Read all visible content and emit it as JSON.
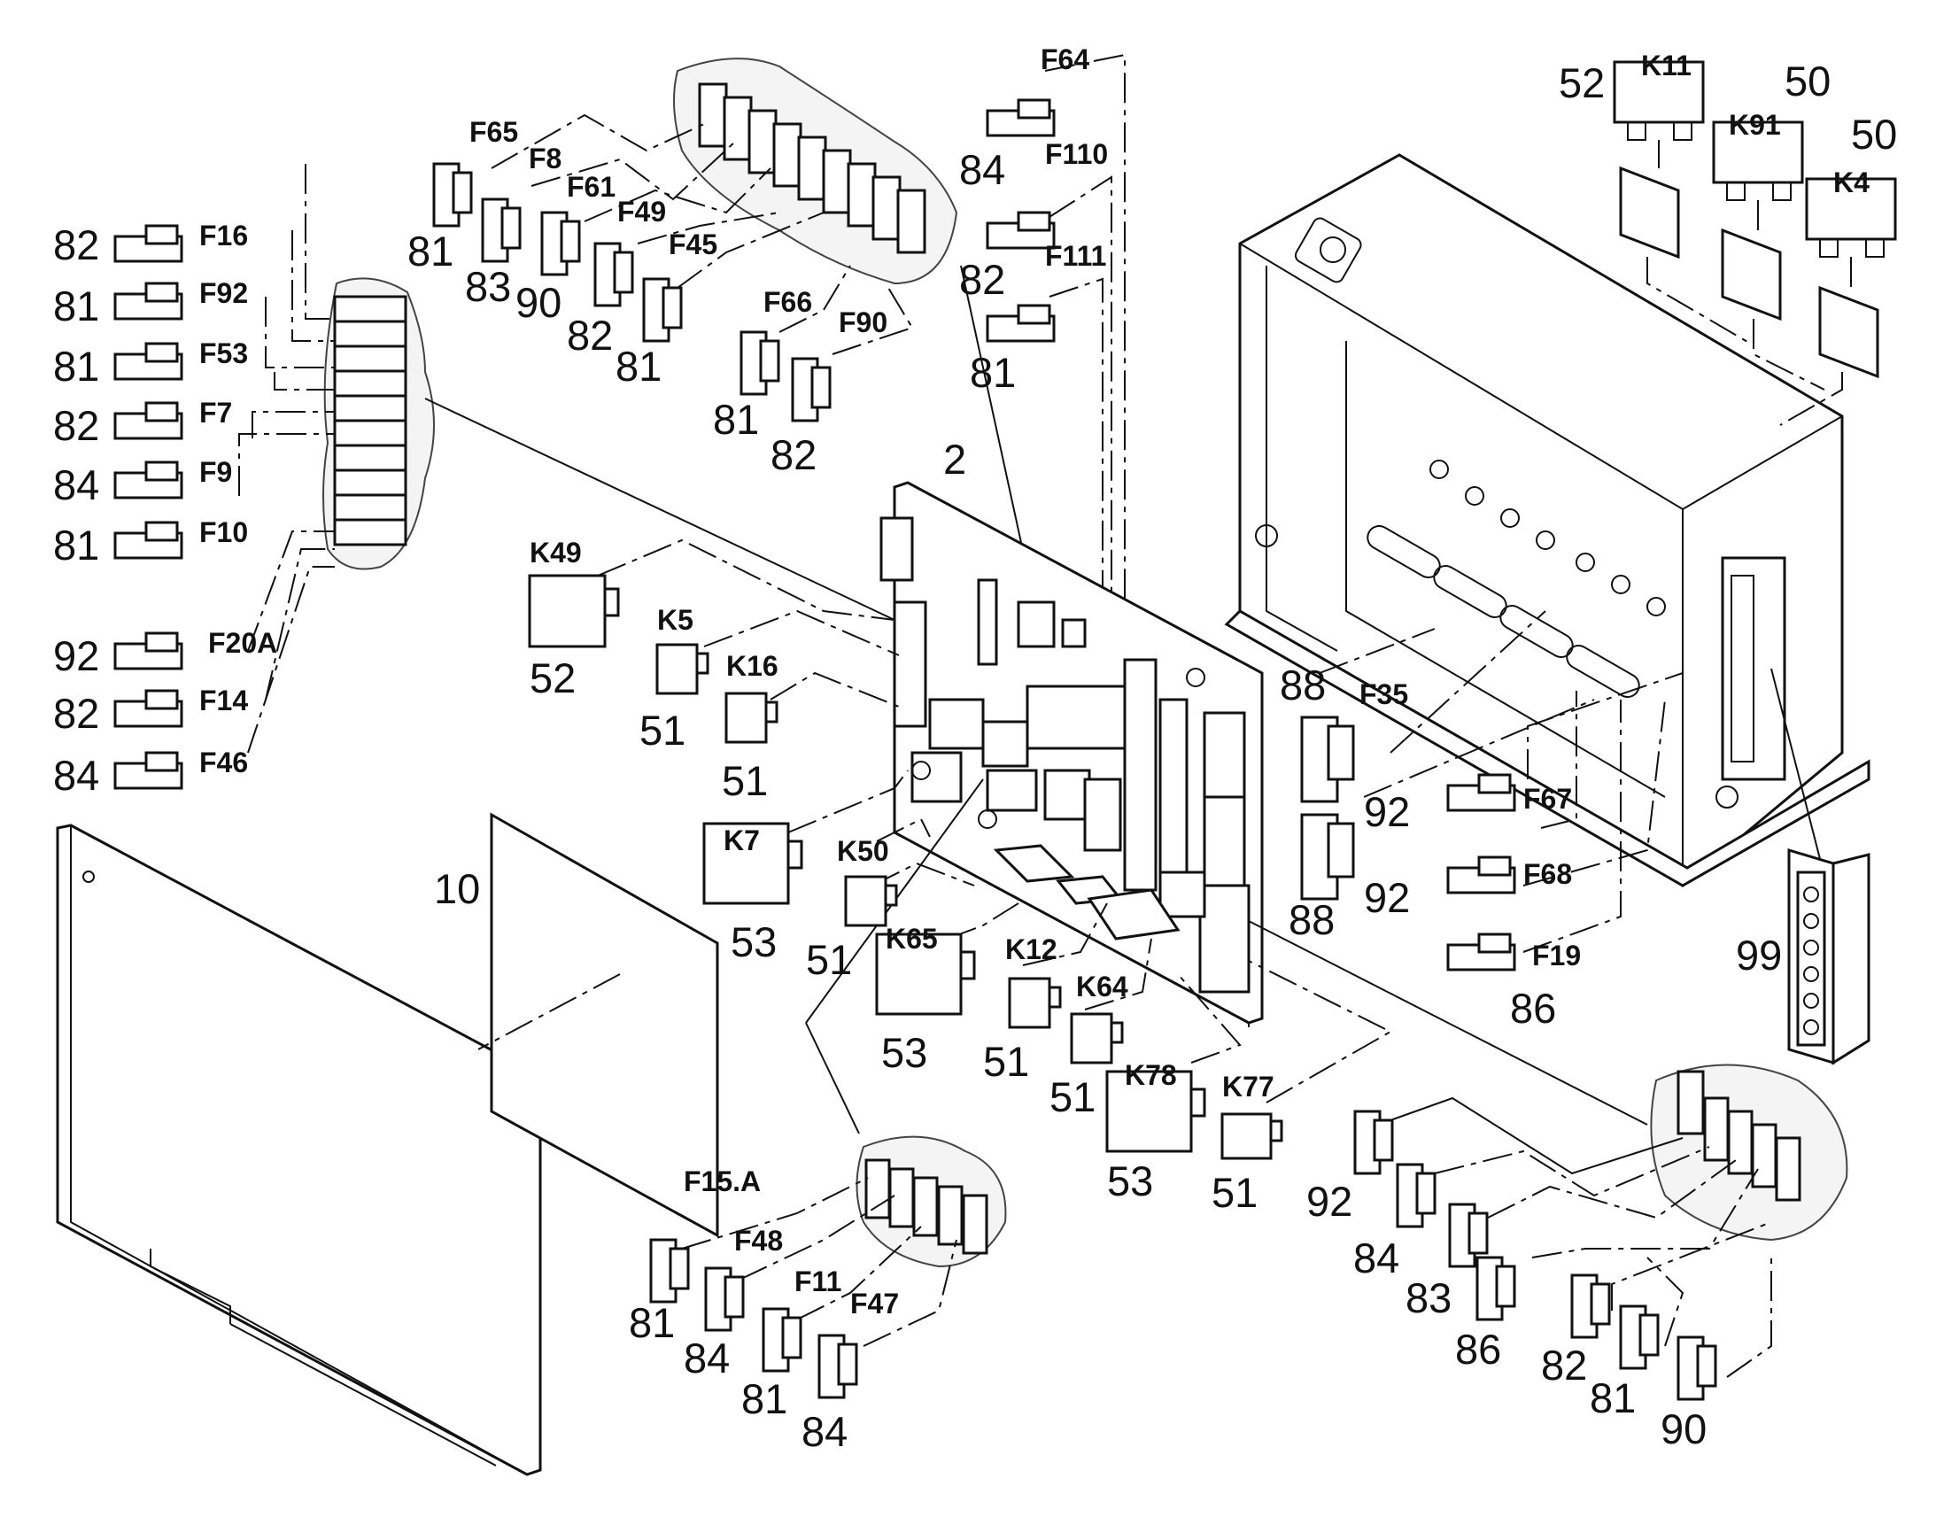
{
  "fuses_left": [
    {
      "num": "82",
      "code": "F16"
    },
    {
      "num": "81",
      "code": "F92"
    },
    {
      "num": "81",
      "code": "F53"
    },
    {
      "num": "82",
      "code": "F7"
    },
    {
      "num": "84",
      "code": "F9"
    },
    {
      "num": "81",
      "code": "F10"
    },
    {
      "num": "92",
      "code": "F20A"
    },
    {
      "num": "82",
      "code": "F14"
    },
    {
      "num": "84",
      "code": "F46"
    }
  ],
  "fuses_top": [
    {
      "num": "81",
      "code": "F65"
    },
    {
      "num": "83",
      "code": "F8"
    },
    {
      "num": "90",
      "code": "F61"
    },
    {
      "num": "82",
      "code": "F49"
    },
    {
      "num": "81",
      "code": "F45"
    },
    {
      "num": "81",
      "code": "F66"
    },
    {
      "num": "82",
      "code": "F90"
    }
  ],
  "fuses_center": [
    {
      "num": "84",
      "code": "F64"
    },
    {
      "num": "82",
      "code": "F110"
    },
    {
      "num": "81",
      "code": "F111"
    }
  ],
  "relays_top_right": [
    {
      "num": "52",
      "code": "K11"
    },
    {
      "num": "50",
      "code": "K91"
    },
    {
      "num": "50",
      "code": "K4"
    }
  ],
  "board_label": "2",
  "cover_label": "10",
  "connector_label": "99",
  "relays_mid": [
    {
      "num": "52",
      "code": "K49"
    },
    {
      "num": "51",
      "code": "K5"
    },
    {
      "num": "51",
      "code": "K16"
    },
    {
      "num": "53",
      "code": "K7"
    },
    {
      "num": "51",
      "code": "K50"
    },
    {
      "num": "53",
      "code": "K65"
    },
    {
      "num": "51",
      "code": "K12"
    },
    {
      "num": "51",
      "code": "K64"
    },
    {
      "num": "53",
      "code": "K78"
    },
    {
      "num": "51",
      "code": "K77"
    }
  ],
  "fuses_right": [
    {
      "code": "F35",
      "nums": [
        "88",
        "88"
      ]
    },
    {
      "num": "92",
      "code": "F67"
    },
    {
      "num": "92",
      "code": "F68"
    },
    {
      "num": "86",
      "code": "F19"
    }
  ],
  "fuses_bottom_left": [
    {
      "num": "81",
      "code": "F15.A"
    },
    {
      "num": "84",
      "code": "F48"
    },
    {
      "num": "81",
      "code": "F11"
    },
    {
      "num": "84",
      "code": "F47"
    }
  ],
  "fuses_bottom_right_nums": [
    "92",
    "84",
    "83",
    "86",
    "82",
    "81",
    "90"
  ]
}
